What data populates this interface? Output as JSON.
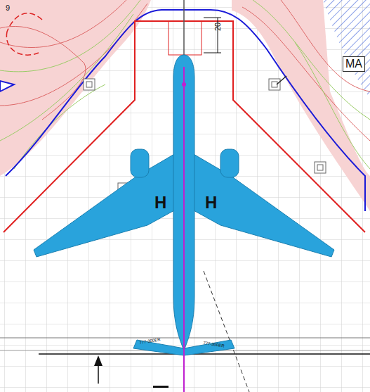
{
  "diagram": {
    "labels": [
      "9",
      "20",
      "MA",
      "H",
      "H",
      "777-300ER",
      "777-300ER"
    ]
  }
}
